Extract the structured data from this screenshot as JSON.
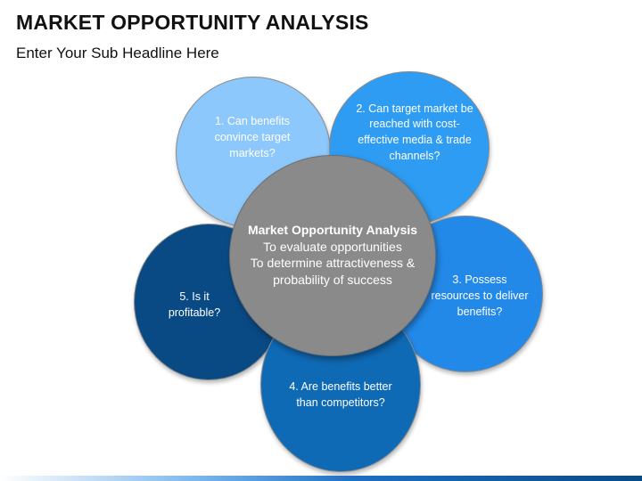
{
  "title": "MARKET OPPORTUNITY ANALYSIS",
  "subtitle": "Enter Your Sub Headline Here",
  "center": {
    "heading": "Market Opportunity Analysis",
    "lines": [
      "To evaluate opportunities",
      "To determine attractiveness &",
      "probability of success"
    ]
  },
  "petals": [
    {
      "text": "1. Can benefits convince target markets?",
      "color": "#8cc8fb"
    },
    {
      "text": "2. Can target market be reached with cost-effective media & trade channels?",
      "color": "#2e9cf2"
    },
    {
      "text": "3. Possess resources to deliver benefits?",
      "color": "#2389e9"
    },
    {
      "text": "4. Are benefits better than competitors?",
      "color": "#0f6ab5"
    },
    {
      "text": "5. Is it profitable?",
      "color": "#0a4a84"
    }
  ]
}
